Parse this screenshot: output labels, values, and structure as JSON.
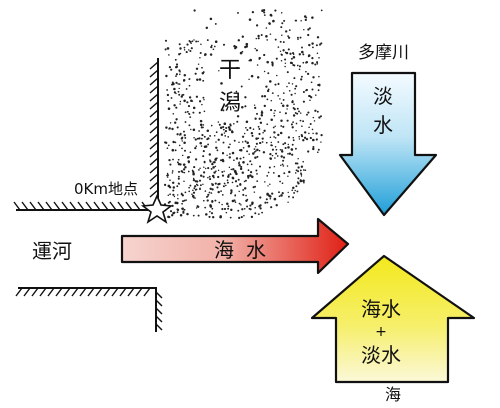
{
  "labels": {
    "tama_river": "多摩川",
    "fresh_water_top": "淡水",
    "tideland": "干潟",
    "zero_km_point": "0Km地点",
    "canal": "運河",
    "seawater": "海水",
    "output_line1": "海水",
    "output_plus": "+",
    "output_line2": "淡水",
    "sea": "海"
  },
  "colors": {
    "fresh_water_top": "#f4fbff",
    "fresh_water_bottom": "#1f9fd8",
    "seawater_start": "#f6d4cf",
    "seawater_end": "#e02015",
    "mixed_top": "#f3e91d",
    "mixed_bottom": "#fbf8d9",
    "ink": "#111111"
  }
}
